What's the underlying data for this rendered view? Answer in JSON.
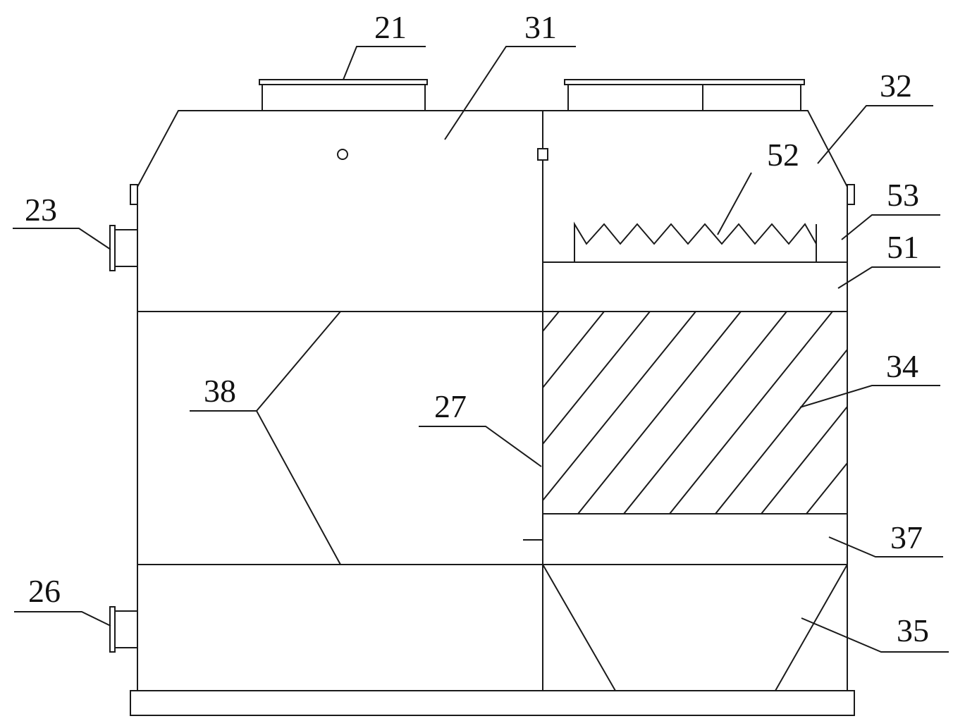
{
  "labels": {
    "l21": "21",
    "l31": "31",
    "l32": "32",
    "l52": "52",
    "l53": "53",
    "l51": "51",
    "l23": "23",
    "l38": "38",
    "l27": "27",
    "l34": "34",
    "l37": "37",
    "l26": "26",
    "l35": "35"
  },
  "colors": {
    "line": "#1a1a1a",
    "background": "#ffffff"
  }
}
